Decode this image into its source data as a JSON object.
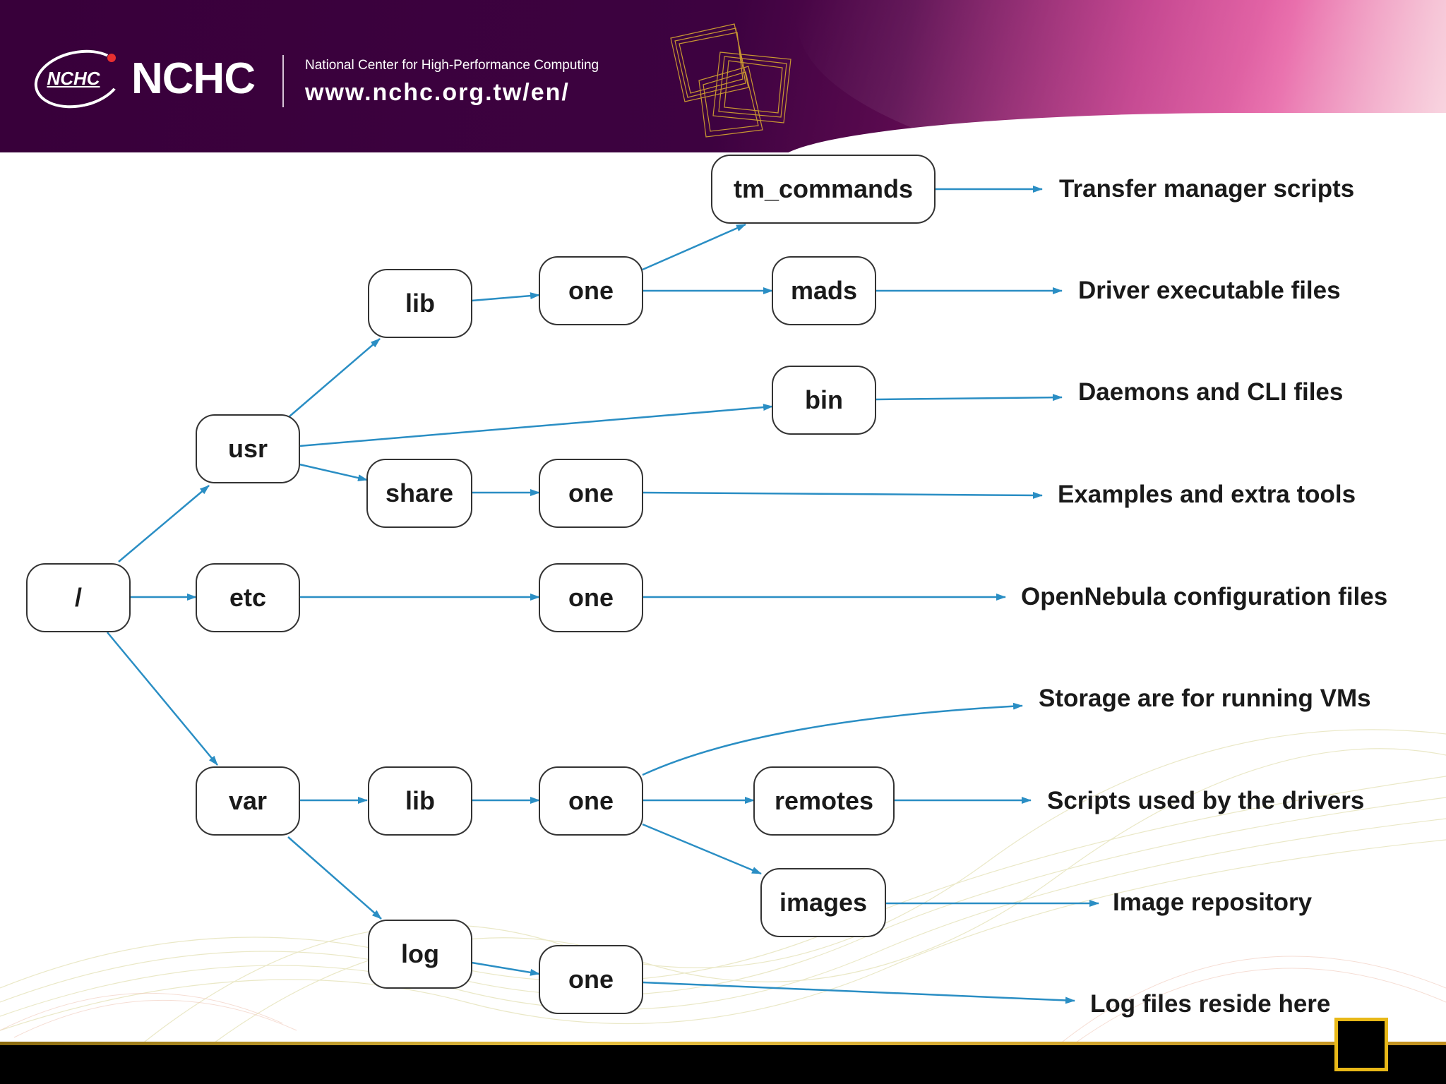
{
  "header": {
    "logo_abbr": "NCHC",
    "brand": "NCHC",
    "full_name": "National Center for High-Performance Computing",
    "url": "www.nchc.org.tw/en/"
  },
  "diagram": {
    "nodes": {
      "root": "/",
      "usr": "usr",
      "etc": "etc",
      "var": "var",
      "usr_lib": "lib",
      "usr_lib_one": "one",
      "tm_commands": "tm_commands",
      "mads": "mads",
      "bin": "bin",
      "share": "share",
      "share_one": "one",
      "etc_one": "one",
      "var_lib": "lib",
      "var_lib_one": "one",
      "remotes": "remotes",
      "images": "images",
      "log": "log",
      "log_one": "one"
    },
    "descriptions": {
      "tm_commands": "Transfer manager scripts",
      "mads": "Driver executable files",
      "bin": "Daemons and CLI files",
      "share": "Examples and extra tools",
      "etc": "OpenNebula configuration files",
      "var_lib_one": "Storage are for running VMs",
      "remotes": "Scripts used by the drivers",
      "images": "Image repository",
      "log": "Log files reside here"
    },
    "colors": {
      "edge": "#2a8ec4",
      "node_border": "#333333"
    }
  }
}
